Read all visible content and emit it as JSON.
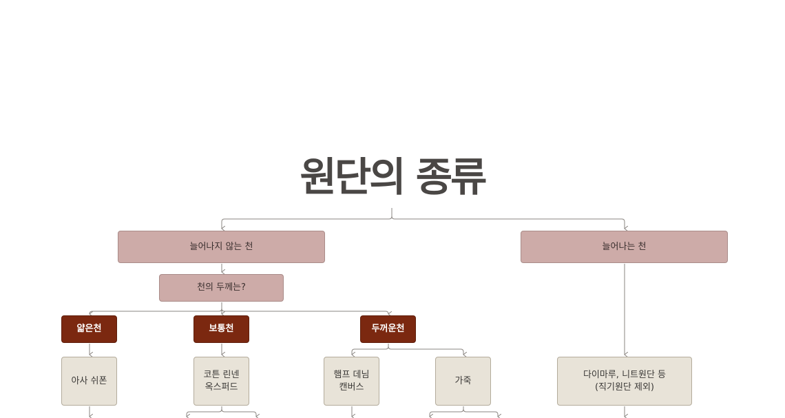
{
  "title": "원단의 종류",
  "nodes": {
    "non_stretch": "늘어나지 않는 천",
    "stretch": "늘어나는 천",
    "thickness_question": "천의 두께는?",
    "thin": "얇은천",
    "normal": "보통천",
    "thick": "두꺼운천",
    "thin_examples": "아사 쉬폰",
    "normal_examples": "코튼 린넨\n옥스퍼드",
    "thick_examples_1": "햄프 데님\n캔버스",
    "thick_examples_2": "가죽",
    "stretch_examples": "다이마루, 니트원단 등\n(직기원단 제외)"
  },
  "colors": {
    "title": "#4a4745",
    "pink": "#cdaba8",
    "brown": "#7b2810",
    "beige": "#e8e3d8",
    "line": "#8a8580"
  }
}
